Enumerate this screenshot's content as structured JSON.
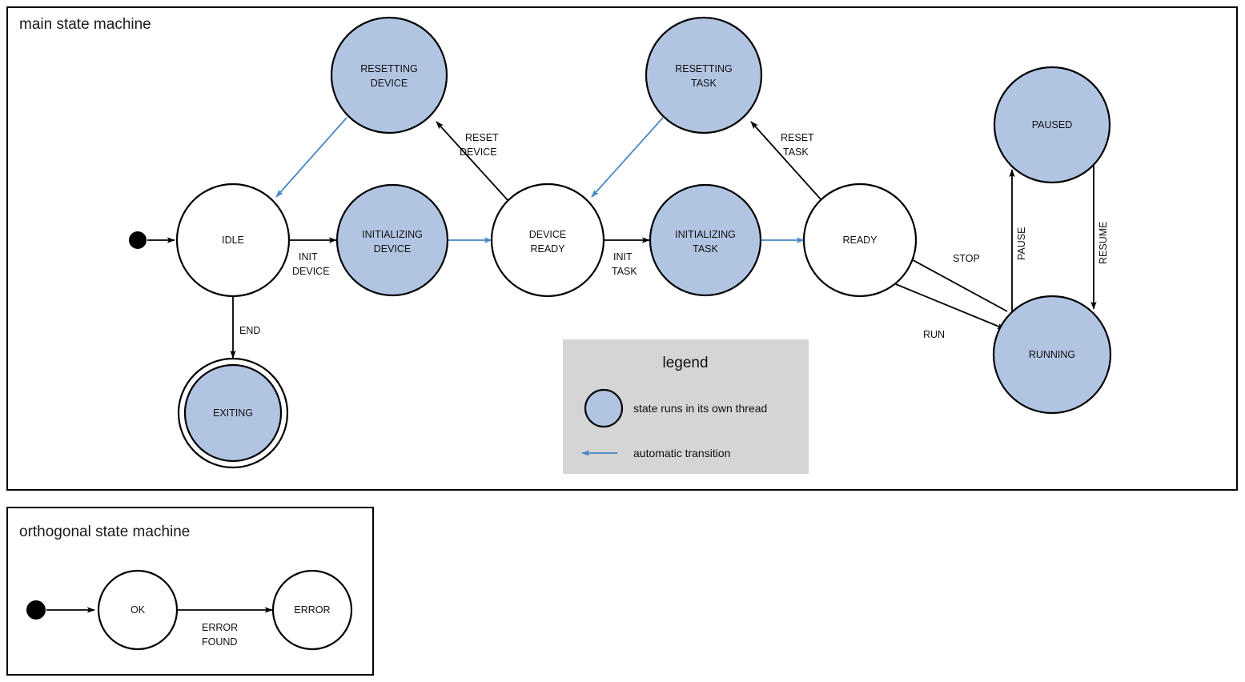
{
  "diagram": {
    "frames": [
      {
        "id": "main",
        "title": "main state machine"
      },
      {
        "id": "orthogonal",
        "title": "orthogonal state machine"
      }
    ]
  },
  "main": {
    "title": "main state machine",
    "states": [
      {
        "id": "idle",
        "label": "IDLE",
        "label_line1": "IDLE",
        "label_line2": "",
        "thread": false,
        "final": false
      },
      {
        "id": "initializing-device",
        "label": "INITIALIZING DEVICE",
        "label_line1": "INITIALIZING",
        "label_line2": "DEVICE",
        "thread": true,
        "final": false
      },
      {
        "id": "resetting-device",
        "label": "RESETTING DEVICE",
        "label_line1": "RESETTING",
        "label_line2": "DEVICE",
        "thread": true,
        "final": false
      },
      {
        "id": "device-ready",
        "label": "DEVICE READY",
        "label_line1": "DEVICE",
        "label_line2": "READY",
        "thread": false,
        "final": false
      },
      {
        "id": "initializing-task",
        "label": "INITIALIZING TASK",
        "label_line1": "INITIALIZING",
        "label_line2": "TASK",
        "thread": true,
        "final": false
      },
      {
        "id": "resetting-task",
        "label": "RESETTING TASK",
        "label_line1": "RESETTING",
        "label_line2": "TASK",
        "thread": true,
        "final": false
      },
      {
        "id": "ready",
        "label": "READY",
        "label_line1": "READY",
        "label_line2": "",
        "thread": false,
        "final": false
      },
      {
        "id": "paused",
        "label": "PAUSED",
        "label_line1": "PAUSED",
        "label_line2": "",
        "thread": true,
        "final": false
      },
      {
        "id": "running",
        "label": "RUNNING",
        "label_line1": "RUNNING",
        "label_line2": "",
        "thread": true,
        "final": false
      },
      {
        "id": "exiting",
        "label": "EXITING",
        "label_line1": "EXITING",
        "label_line2": "",
        "thread": true,
        "final": true
      }
    ],
    "transitions": [
      {
        "id": "t-start-idle",
        "from": "initial",
        "to": "idle",
        "label_line1": "",
        "label_line2": "",
        "auto": false
      },
      {
        "id": "t-idle-initdev",
        "from": "idle",
        "to": "initializing-device",
        "label_line1": "INIT",
        "label_line2": "DEVICE",
        "auto": false
      },
      {
        "id": "t-initdev-devrdy",
        "from": "initializing-device",
        "to": "device-ready",
        "label_line1": "",
        "label_line2": "",
        "auto": true
      },
      {
        "id": "t-devrdy-resetdev",
        "from": "device-ready",
        "to": "resetting-device",
        "label_line1": "RESET",
        "label_line2": "DEVICE",
        "auto": false
      },
      {
        "id": "t-resetdev-idle",
        "from": "resetting-device",
        "to": "idle",
        "label_line1": "",
        "label_line2": "",
        "auto": true
      },
      {
        "id": "t-devrdy-inittask",
        "from": "device-ready",
        "to": "initializing-task",
        "label_line1": "INIT",
        "label_line2": "TASK",
        "auto": false
      },
      {
        "id": "t-inittask-ready",
        "from": "initializing-task",
        "to": "ready",
        "label_line1": "",
        "label_line2": "",
        "auto": true
      },
      {
        "id": "t-ready-resettask",
        "from": "ready",
        "to": "resetting-task",
        "label_line1": "RESET",
        "label_line2": "TASK",
        "auto": false
      },
      {
        "id": "t-resettask-devrdy",
        "from": "resetting-task",
        "to": "device-ready",
        "label_line1": "",
        "label_line2": "",
        "auto": true
      },
      {
        "id": "t-ready-running",
        "from": "ready",
        "to": "running",
        "label_line1": "RUN",
        "label_line2": "",
        "auto": false
      },
      {
        "id": "t-running-ready",
        "from": "running",
        "to": "ready",
        "label_line1": "STOP",
        "label_line2": "",
        "auto": false
      },
      {
        "id": "t-running-paused",
        "from": "running",
        "to": "paused",
        "label_line1": "PAUSE",
        "label_line2": "",
        "auto": false
      },
      {
        "id": "t-paused-running",
        "from": "paused",
        "to": "running",
        "label_line1": "RESUME",
        "label_line2": "",
        "auto": false
      },
      {
        "id": "t-idle-exiting",
        "from": "idle",
        "to": "exiting",
        "label_line1": "END",
        "label_line2": "",
        "auto": false
      }
    ],
    "labels": {
      "init_device_l1": "INIT",
      "init_device_l2": "DEVICE",
      "reset_device_l1": "RESET",
      "reset_device_l2": "DEVICE",
      "init_task_l1": "INIT",
      "init_task_l2": "TASK",
      "reset_task_l1": "RESET",
      "reset_task_l2": "TASK",
      "run": "RUN",
      "stop": "STOP",
      "pause": "PAUSE",
      "resume": "RESUME",
      "end": "END"
    },
    "state_labels": {
      "idle": "IDLE",
      "initializing_device_l1": "INITIALIZING",
      "initializing_device_l2": "DEVICE",
      "resetting_device_l1": "RESETTING",
      "resetting_device_l2": "DEVICE",
      "device_ready_l1": "DEVICE",
      "device_ready_l2": "READY",
      "initializing_task_l1": "INITIALIZING",
      "initializing_task_l2": "TASK",
      "resetting_task_l1": "RESETTING",
      "resetting_task_l2": "TASK",
      "ready": "READY",
      "paused": "PAUSED",
      "running": "RUNNING",
      "exiting": "EXITING"
    }
  },
  "legend": {
    "title": "legend",
    "items": [
      {
        "id": "thread-state",
        "symbol": "filled-circle",
        "text": "state runs in its own thread"
      },
      {
        "id": "auto-transition",
        "symbol": "blue-arrow",
        "text": "automatic transition"
      }
    ],
    "item0_text": "state runs in its own thread",
    "item1_text": "automatic transition"
  },
  "orthogonal": {
    "title": "orthogonal state machine",
    "states": [
      {
        "id": "ok",
        "label": "OK"
      },
      {
        "id": "error",
        "label": "ERROR"
      }
    ],
    "state_labels": {
      "ok": "OK",
      "error": "ERROR"
    },
    "transitions": [
      {
        "id": "t-start-ok",
        "from": "initial",
        "to": "ok",
        "label_line1": "",
        "label_line2": ""
      },
      {
        "id": "t-ok-error",
        "from": "ok",
        "to": "error",
        "label_line1": "ERROR",
        "label_line2": "FOUND"
      }
    ],
    "labels": {
      "error_found_l1": "ERROR",
      "error_found_l2": "FOUND"
    }
  },
  "colors": {
    "thread_fill": "#b1c5e3",
    "plain_fill": "#ffffff",
    "stroke": "#000000",
    "auto_transition": "#4a87c4",
    "legend_bg": "#d5d5d5"
  }
}
